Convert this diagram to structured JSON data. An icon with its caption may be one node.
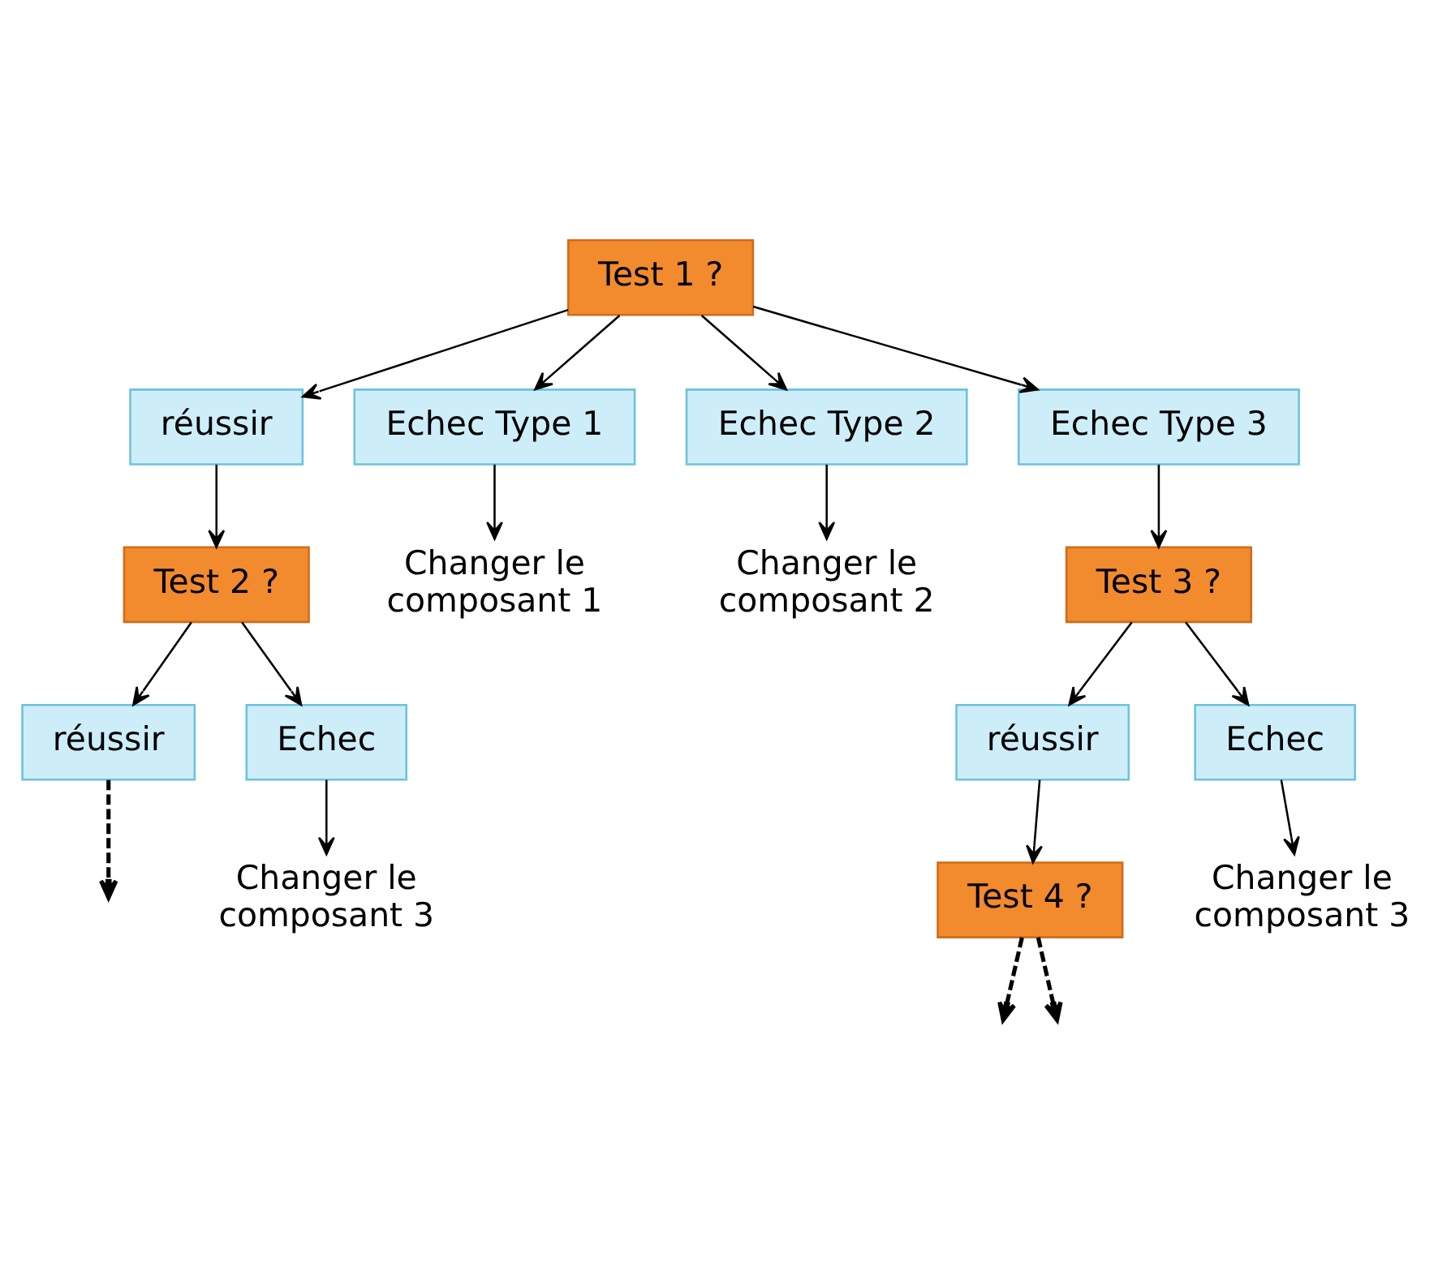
{
  "diagram": {
    "nodes": [
      {
        "text": [
          "Test 1 ?"
        ]
      },
      {
        "text": [
          "réussir"
        ]
      },
      {
        "text": [
          "Echec Type 1"
        ]
      },
      {
        "text": [
          "Echec Type 2"
        ]
      },
      {
        "text": [
          "Echec Type 3"
        ]
      },
      {
        "text": [
          "Changer le composant 1"
        ]
      },
      {
        "text": [
          "Test 2 ?"
        ]
      },
      {
        "text": [
          "Changer le composant 2"
        ]
      },
      {
        "text": [
          "Test 3 ?"
        ]
      },
      {
        "text": [
          "réussir"
        ]
      },
      {
        "text": [
          "Echec"
        ]
      },
      {
        "text": [
          "Changer le composant 3"
        ]
      },
      {
        "text": [
          "réussir"
        ]
      },
      {
        "text": [
          "Echec"
        ]
      },
      {
        "text": [
          "Test 4 ?"
        ]
      },
      {
        "text": [
          "Changer le composant 3"
        ]
      }
    ],
    "edges": [
      {
        "from": 0,
        "to": 1,
        "arrow": "to"
      },
      {
        "from": 0,
        "to": 2,
        "arrow": "to"
      },
      {
        "from": 0,
        "to": 3,
        "arrow": "to"
      },
      {
        "from": 0,
        "to": 4,
        "arrow": "to"
      },
      {
        "from": 2,
        "to": 5,
        "arrow": "to"
      },
      {
        "from": 1,
        "to": 6,
        "arrow": "to"
      },
      {
        "from": 3,
        "to": 7,
        "arrow": "to"
      },
      {
        "from": 4,
        "to": 8,
        "arrow": "to"
      },
      {
        "from": 6,
        "to": 9,
        "arrow": "to"
      },
      {
        "from": 6,
        "to": 10,
        "arrow": "to"
      },
      {
        "from": 10,
        "to": 11,
        "arrow": "to"
      },
      {
        "from": 9,
        "to": null,
        "arrow": "to",
        "style": "dashed"
      },
      {
        "from": 8,
        "to": 12,
        "arrow": "to"
      },
      {
        "from": 8,
        "to": 13,
        "arrow": "to"
      },
      {
        "from": 12,
        "to": 14,
        "arrow": "to"
      },
      {
        "from": 13,
        "to": 15,
        "arrow": "to"
      },
      {
        "from": 14,
        "to": null,
        "arrow": "to",
        "style": "dashed"
      },
      {
        "from": 14,
        "to": null,
        "arrow": "to",
        "style": "dashed"
      }
    ]
  }
}
